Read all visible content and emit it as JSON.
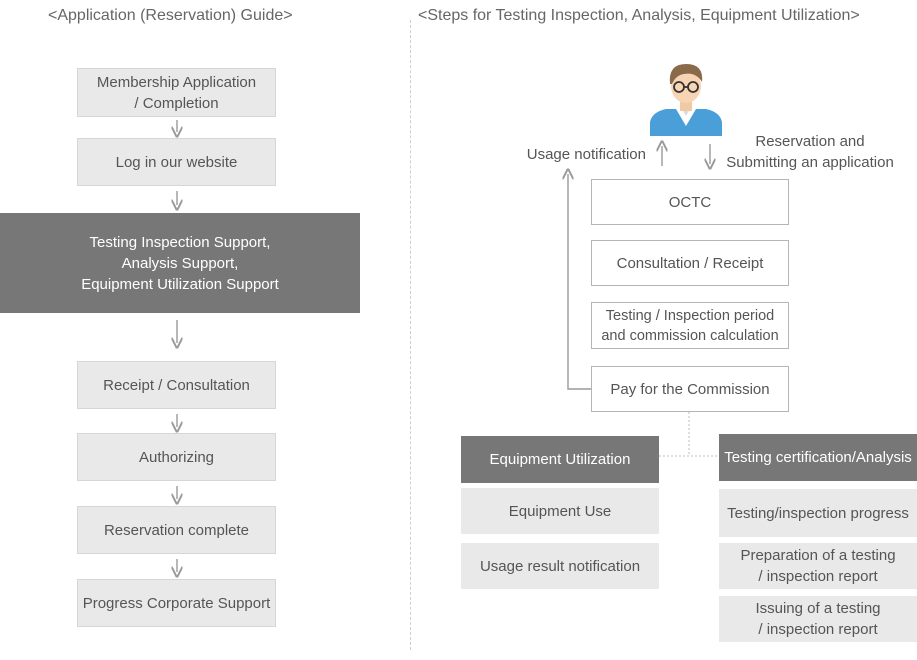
{
  "left": {
    "title": "<Application (Reservation) Guide>",
    "steps": [
      "Membership Application\n/ Completion",
      "Log in our website",
      "Testing Inspection Support,\nAnalysis Support,\nEquipment Utilization Support",
      "Receipt / Consultation",
      "Authorizing",
      "Reservation complete",
      "Progress Corporate Support"
    ]
  },
  "right": {
    "title": "<Steps for Testing Inspection, Analysis, Equipment Utilization>",
    "usage_notification": "Usage notification",
    "reservation_label": "Reservation and\nSubmitting an application",
    "flow": [
      "OCTC",
      "Consultation / Receipt",
      "Testing  / Inspection period\nand commission calculation",
      "Pay for the Commission"
    ],
    "equipment": {
      "header": "Equipment Utilization",
      "items": [
        "Equipment Use",
        "Usage result notification"
      ]
    },
    "testing": {
      "header": "Testing certification/Analysis",
      "items": [
        "Testing/inspection progress",
        "Preparation of a testing\n/ inspection report",
        "Issuing of a testing\n/ inspection report"
      ]
    }
  },
  "colors": {
    "box_fill": "#e9e9e9",
    "dark_fill": "#777777",
    "arrow": "#9a9a9a",
    "shirt_blue": "#4a9fd8"
  },
  "icons": {
    "person": "user-avatar-icon"
  }
}
